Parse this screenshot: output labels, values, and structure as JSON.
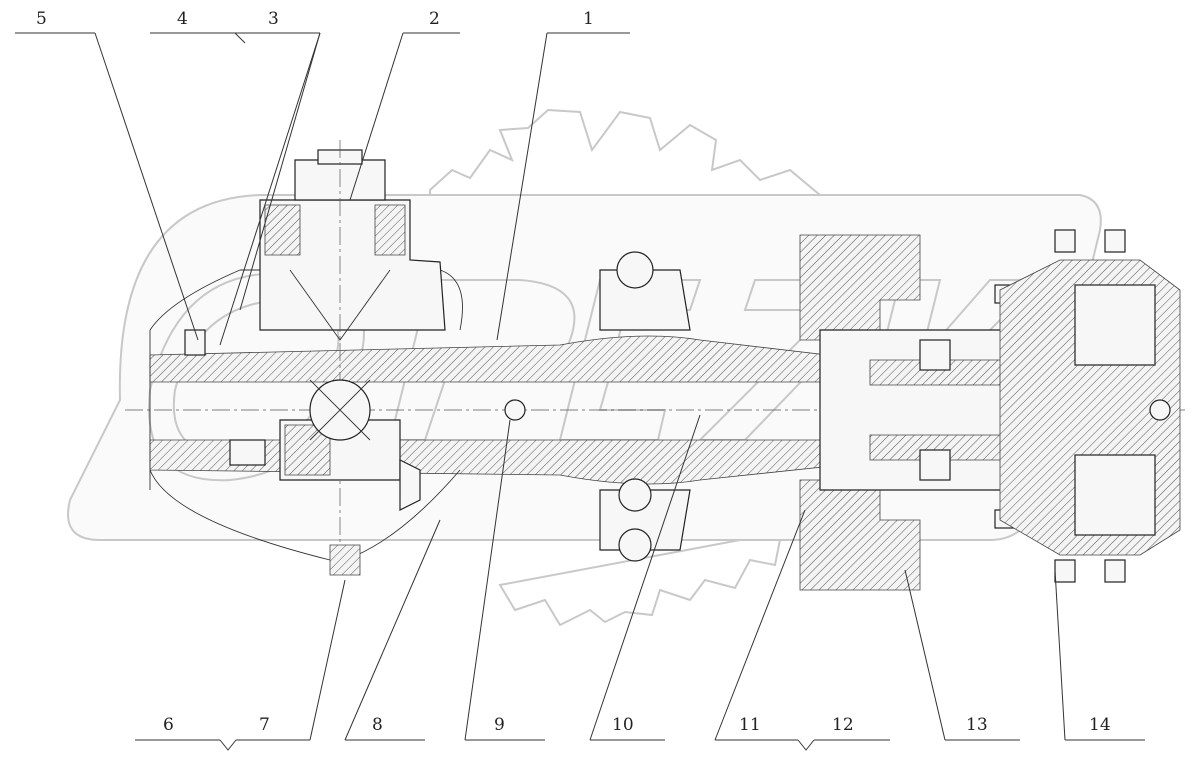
{
  "callouts": {
    "top": [
      "5",
      "4",
      "3",
      "2",
      "1"
    ],
    "bottom": [
      "6",
      "7",
      "8",
      "9",
      "10",
      "11",
      "12",
      "13",
      "14"
    ]
  }
}
